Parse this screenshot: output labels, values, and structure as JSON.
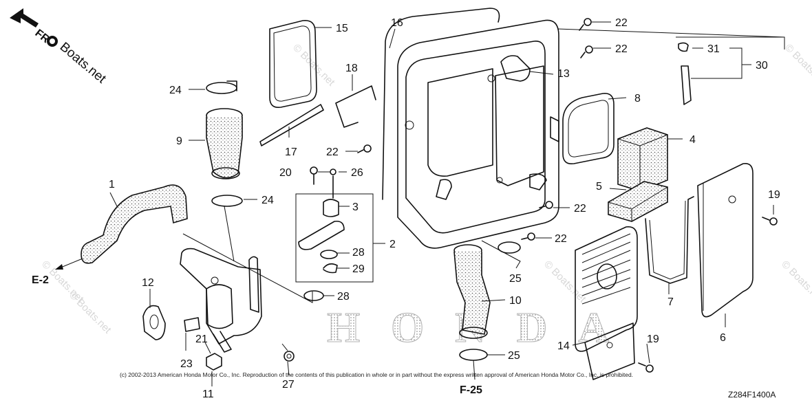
{
  "diagram": {
    "callouts": [
      "1",
      "2",
      "3",
      "4",
      "5",
      "6",
      "7",
      "8",
      "9",
      "10",
      "11",
      "12",
      "13",
      "14",
      "15",
      "16",
      "17",
      "18",
      "19",
      "19",
      "20",
      "21",
      "22",
      "22",
      "22",
      "22",
      "22",
      "23",
      "24",
      "24",
      "25",
      "25",
      "26",
      "27",
      "28",
      "28",
      "29",
      "30",
      "31"
    ],
    "references": [
      "E-2",
      "F-25"
    ],
    "frame_ref": "FR",
    "brand_text": "Boats.net",
    "logo_text": "HONDA",
    "watermark": "© Boats.net",
    "copyright": "(c) 2002-2013 American Honda Motor Co., Inc. Reproduction of the contents of this publication in whole or in part without the express written approval of American Honda Motor Co., Inc. is prohibited.",
    "diagram_code": "Z284F1400A"
  }
}
